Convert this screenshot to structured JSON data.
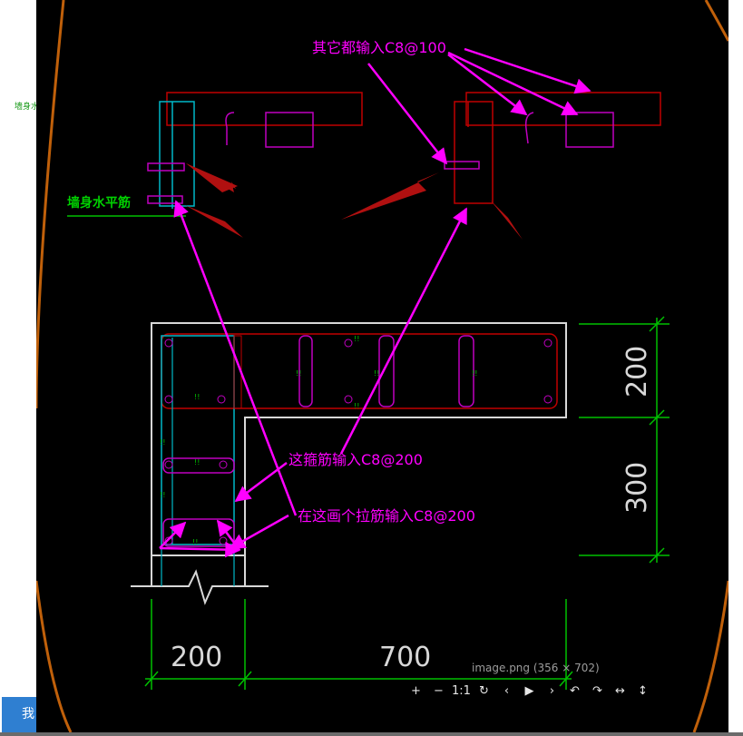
{
  "annotations": {
    "top_note": "其它都输入C8@100",
    "stirrup_note": "这箍筋输入C8@200",
    "tie_note": "在这画个拉筋输入C8@200"
  },
  "labels": {
    "wall_level": "墙身水平筋",
    "left_small": "墙身水平"
  },
  "dimensions": {
    "right_upper": "200",
    "right_lower": "300",
    "bottom_left": "200",
    "bottom_right": "700"
  },
  "viewer": {
    "caption": "image.png (356 × 702)",
    "toolbar": [
      "+",
      "−",
      "1:1",
      "↻",
      "‹",
      "▶",
      "›",
      "↶",
      "↷",
      "↔",
      "↕"
    ],
    "side_button": "我"
  },
  "colors": {
    "annotation": "#ff00ff",
    "concrete_outline": "#d8d8d8",
    "dimension": "#00c000",
    "rebar_red": "#c00000",
    "rebar_cyan": "#00b8c8",
    "tie_magenta": "#c000c0",
    "pointer_arrow": "#b01010",
    "bg_arc": "#c0600a"
  }
}
